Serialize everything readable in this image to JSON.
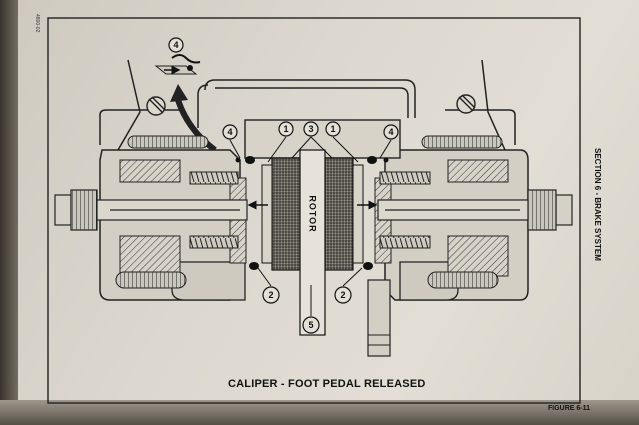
{
  "diagram": {
    "caption": "CALIPER - FOOT PEDAL RELEASED",
    "figure_label": "FIGURE 6-11",
    "section_label": "SECTION 6 - BRAKE SYSTEM",
    "corner_code": "4800-02",
    "rotor_label": "ROTOR",
    "callouts": {
      "c1_left": "1",
      "c3": "3",
      "c1_right": "1",
      "c4_left": "4",
      "c4_right": "4",
      "c4_inset": "4",
      "c2_left": "2",
      "c2_right": "2",
      "c5": "5"
    }
  }
}
